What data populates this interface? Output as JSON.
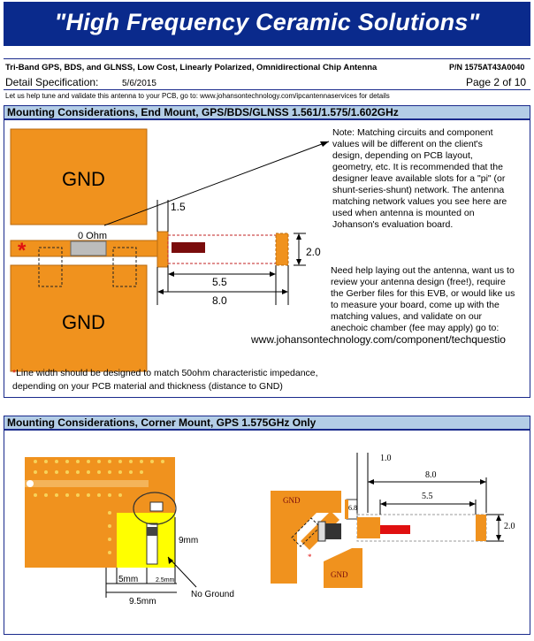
{
  "banner": {
    "title": "\"High Frequency Ceramic Solutions\""
  },
  "header": {
    "product_title": "Tri-Band GPS, BDS, and GLNSS, Low Cost, Linearly Polarized, Omnidirectional Chip Antenna",
    "part_number": "P/N 1575AT43A0040",
    "detail_label": "Detail Specification:",
    "date": "5/6/2015",
    "page": "Page 2 of 10",
    "help_line": "Let us help tune and validate this antenna to your PCB, go to: www.johansontechnology.com/ipcantennaservices for details"
  },
  "section1": {
    "heading": "Mounting Considerations, End Mount, GPS/BDS/GLNSS 1.561/1.575/1.602GHz",
    "gnd_top": "GND",
    "gnd_bottom": "GND",
    "zero_ohm": "0 Ohm",
    "asterisk": "*",
    "dim_1_5": "1.5",
    "dim_2_0": "2.0",
    "dim_5_5": "5.5",
    "dim_8_0": "8.0",
    "note_lines": [
      "Note: Matching circuits and component",
      "values will be different on the client's",
      "design, depending on PCB layout,",
      "geometry, etc. It is recommended that the",
      "designer leave available slots for a \"pi\" (or",
      "shunt-series-shunt) network. The antenna",
      "matching network values you see here are",
      "used when antenna is mounted on",
      "Johanson's evaluation board."
    ],
    "help_lines": [
      "Need help laying out the antenna, want us to",
      "review your antenna design (free!), require",
      "the Gerber files for this EVB, or would like us",
      "to measure your board, come up with the",
      "matching values, and validate on our",
      "anechoic chamber (fee may apply) go to:"
    ],
    "help_url": "www.johansontechnology.com/component/techquestio",
    "line_width_star": "*",
    "line_width_1": "Line width should be designed to match 50ohm characteristic impedance,",
    "line_width_2": "depending on your PCB material and thickness (distance  to GND)"
  },
  "section2": {
    "heading": "Mounting Considerations, Corner Mount, GPS 1.575GHz Only",
    "dim_9mm": "9mm",
    "dim_5mm": "5mm",
    "dim_2_5mm": "2.5mm",
    "dim_9_5mm": "9.5mm",
    "no_ground": "No Ground",
    "dim_1_0": "1.0",
    "dim_8_0": "8.0",
    "dim_5_5": "5.5",
    "dim_2_0": "2.0",
    "dim_6_8": "6.8",
    "gnd_left": "GND",
    "gnd_bottom": "GND",
    "asterisk": "*"
  },
  "colors": {
    "banner": "#0a2a8c",
    "section_bg": "#b3cde6",
    "gnd": "#f0921e",
    "antenna": "#7a0c0c",
    "red_star": "#e01010"
  }
}
